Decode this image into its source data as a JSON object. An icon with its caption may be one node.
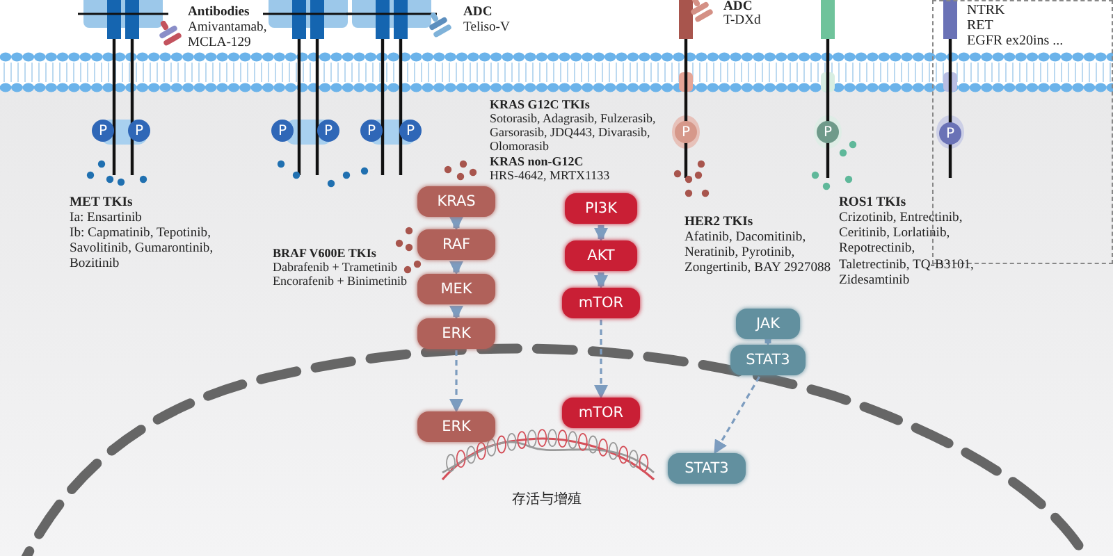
{
  "diagram": {
    "nodes": [
      {
        "text": [
          "KRAS"
        ]
      },
      {
        "text": [
          "RAF"
        ]
      },
      {
        "text": [
          "MEK"
        ]
      },
      {
        "text": [
          "ERK"
        ]
      },
      {
        "text": [
          "ERK"
        ]
      },
      {
        "text": [
          "PI3K"
        ]
      },
      {
        "text": [
          "AKT"
        ]
      },
      {
        "text": [
          "mTOR"
        ]
      },
      {
        "text": [
          "mTOR"
        ]
      },
      {
        "text": [
          "JAK"
        ]
      },
      {
        "text": [
          "STAT3"
        ]
      },
      {
        "text": [
          "STAT3"
        ]
      },
      {
        "text": [
          "NTRK",
          "RET",
          "EGFR ex20ins ..."
        ]
      }
    ],
    "edges": [
      {
        "from": 0,
        "to": 1,
        "arrow": "to"
      },
      {
        "from": 1,
        "to": 2,
        "arrow": "to"
      },
      {
        "from": 2,
        "to": 3,
        "arrow": "to"
      },
      {
        "from": 3,
        "to": 4,
        "arrow": "to",
        "style": "dashed"
      },
      {
        "from": 5,
        "to": 6,
        "arrow": "to"
      },
      {
        "from": 6,
        "to": 7,
        "arrow": "to"
      },
      {
        "from": 7,
        "to": 8,
        "arrow": "to",
        "style": "dashed"
      },
      {
        "from": 9,
        "to": 10,
        "arrow": "to"
      },
      {
        "from": 10,
        "to": 11,
        "arrow": "to",
        "style": "dashed"
      }
    ],
    "labels": [
      "Antibodies",
      "Amivantamab, MCLA-129",
      "ADC",
      "Teliso-V",
      "ADC",
      "T-DXd",
      "P",
      "P",
      "P",
      "P",
      "P",
      "P",
      "P",
      "P",
      "P",
      "KRAS G12C TKIs",
      "Sotorasib, Adagrasib, Fulzerasib, Garsorasib, JDQ443, Divarasib, Olomorasib",
      "KRAS non-G12C",
      "HRS-4642, MRTX1133",
      "MET TKIs",
      "Ia: Ensartinib",
      "Ib: Capmatinib, Tepotinib, Savolitinib, Gumarontinib, Bozitinib",
      "ROS1 TKIs",
      "Crizotinib, Entrectinib, Ceritinib, Lorlatinib, Repotrectinib, Taletrectinib, TQ-B3101, Zidesamtinib",
      "HER2 TKIs",
      "Afatinib, Dacomitinib, Neratinib, Pyrotinib, Zongertinib, BAY 2927088",
      "BRAF V600E TKIs",
      "Dabrafenib + Trametinib",
      "Encorafenib + Binimetinib",
      "存活与增殖"
    ]
  }
}
